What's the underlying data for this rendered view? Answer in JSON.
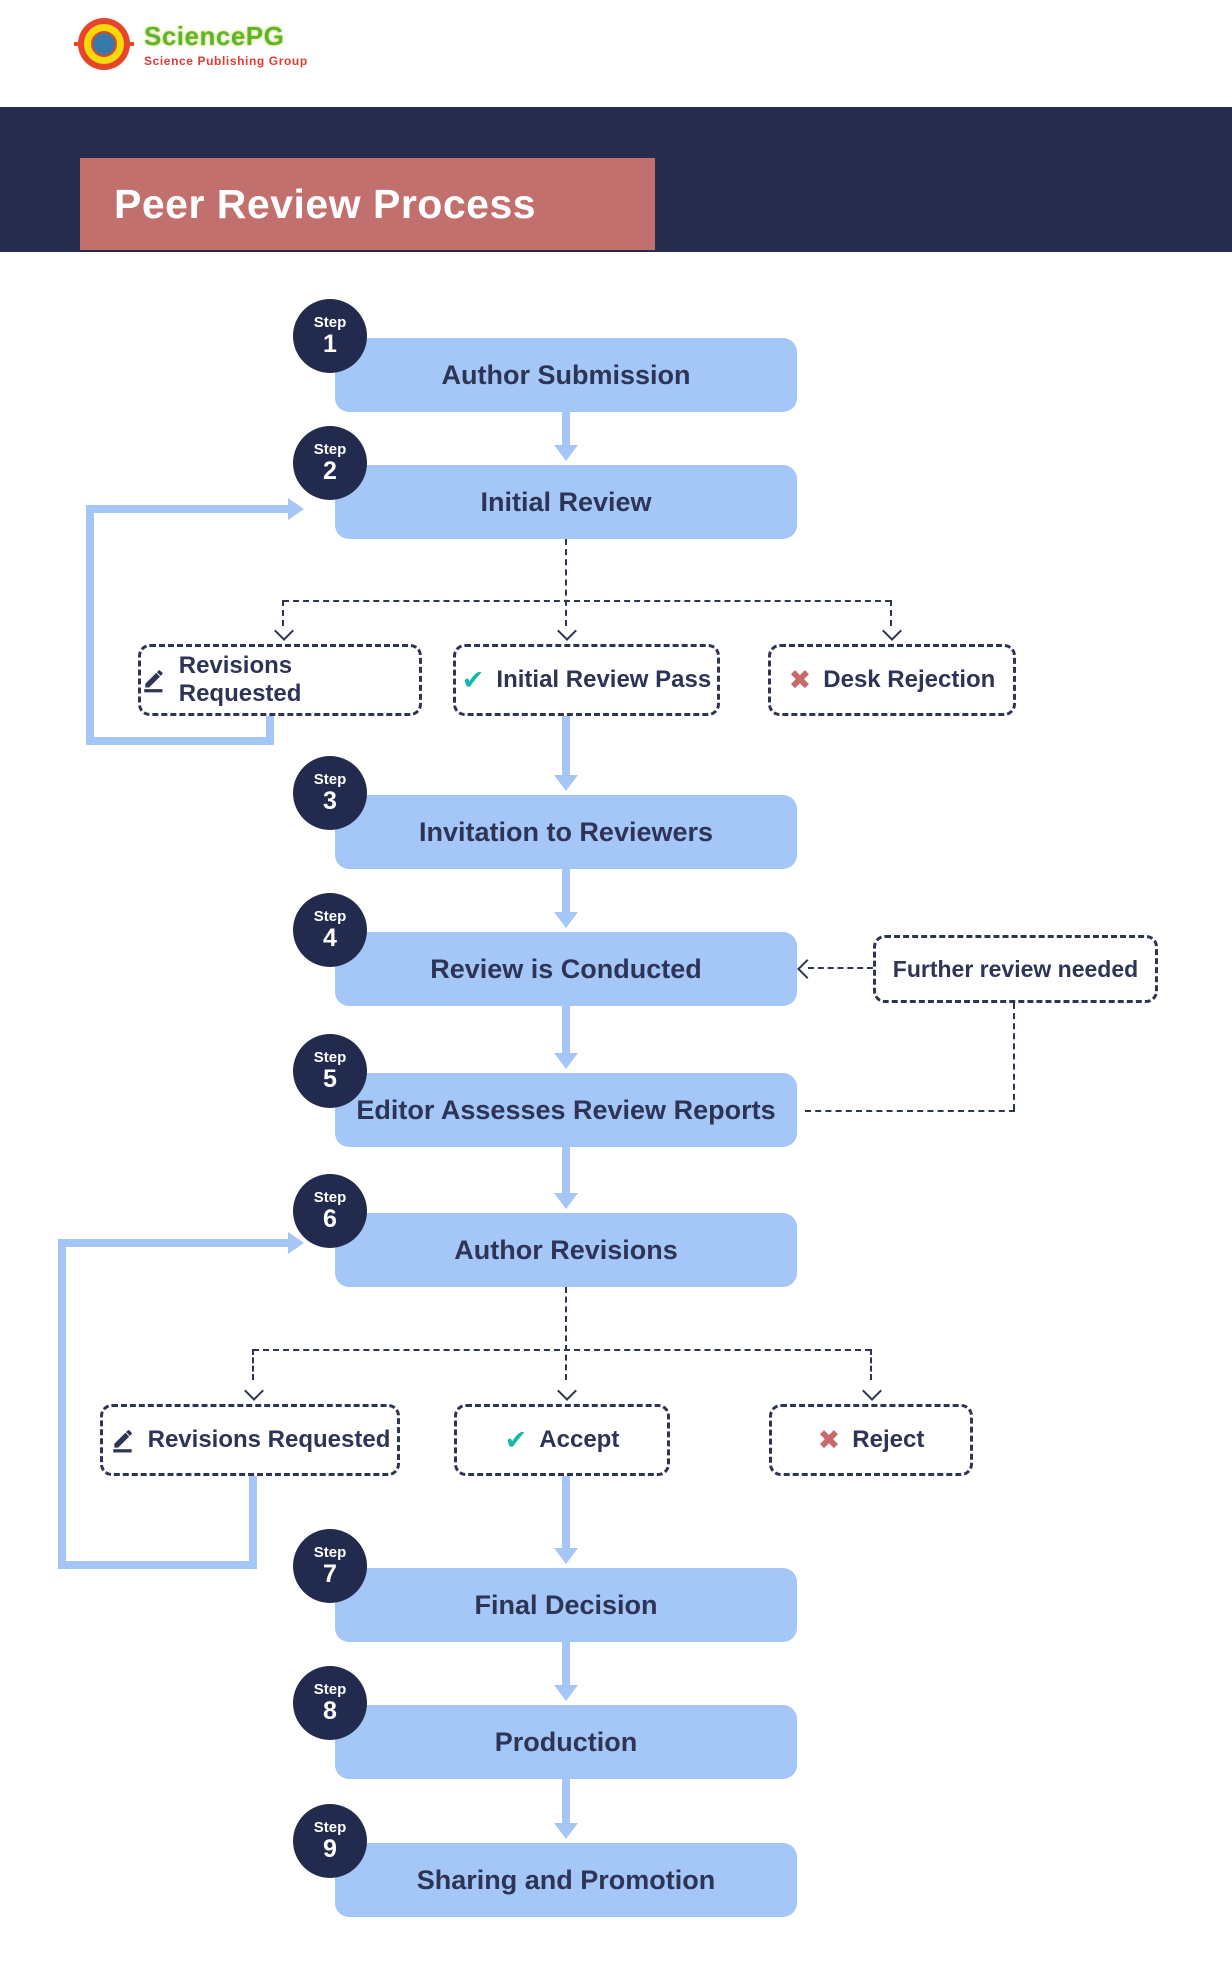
{
  "header": {
    "logo": {
      "brand": "SciencePG",
      "tagline": "Science Publishing Group",
      "emblem_icon": "sciencepg-target-logo"
    }
  },
  "title_banner": {
    "text": "Peer Review Process"
  },
  "badge_word": "Step",
  "steps": [
    {
      "number": "1",
      "label": "Author Submission"
    },
    {
      "number": "2",
      "label": "Initial Review"
    },
    {
      "number": "3",
      "label": "Invitation to Reviewers"
    },
    {
      "number": "4",
      "label": "Review is Conducted"
    },
    {
      "number": "5",
      "label": "Editor Assesses Review Reports"
    },
    {
      "number": "6",
      "label": "Author Revisions"
    },
    {
      "number": "7",
      "label": "Final Decision"
    },
    {
      "number": "8",
      "label": "Production"
    },
    {
      "number": "9",
      "label": "Sharing and Promotion"
    }
  ],
  "initial_review_outcomes": [
    {
      "icon": "pencil-icon",
      "label": "Revisions Requested"
    },
    {
      "icon": "check-icon",
      "label": "Initial Review Pass"
    },
    {
      "icon": "cross-icon",
      "label": "Desk Rejection"
    }
  ],
  "author_revision_outcomes": [
    {
      "icon": "pencil-icon",
      "label": "Revisions Requested"
    },
    {
      "icon": "check-icon",
      "label": "Accept"
    },
    {
      "icon": "cross-icon",
      "label": "Reject"
    }
  ],
  "side_note": {
    "label": "Further review needed"
  },
  "icon_glyphs": {
    "check": "✔",
    "cross": "✖"
  },
  "colors": {
    "navy_band": "#262c4d",
    "title_banner": "#c2706d",
    "process_box": "#a4c7f7",
    "badge": "#222b4d",
    "text_dark": "#2e3456",
    "check_teal": "#17b8a5",
    "cross_red": "#c96a6a",
    "logo_green": "#5cb531",
    "logo_red": "#e8442a",
    "logo_yellow": "#f6d90a",
    "logo_blue": "#3779a8"
  }
}
